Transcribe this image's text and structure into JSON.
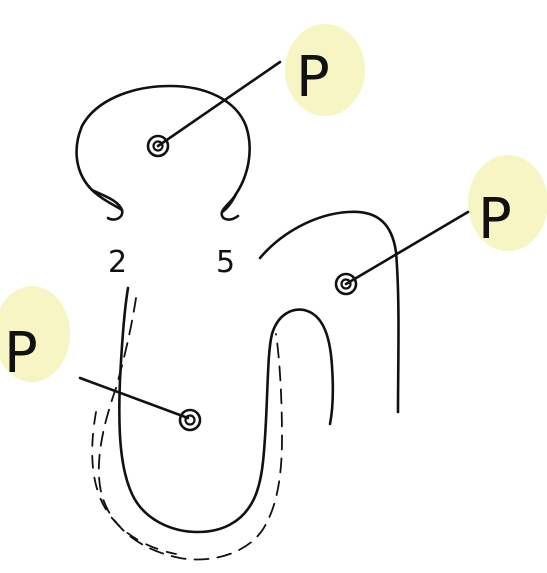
{
  "labels": {
    "p_top": "P",
    "p_right": "P",
    "p_left": "P",
    "end_2": "2",
    "end_5": "5"
  },
  "colors": {
    "highlight": "#f5f3b8",
    "ink": "#111111"
  }
}
